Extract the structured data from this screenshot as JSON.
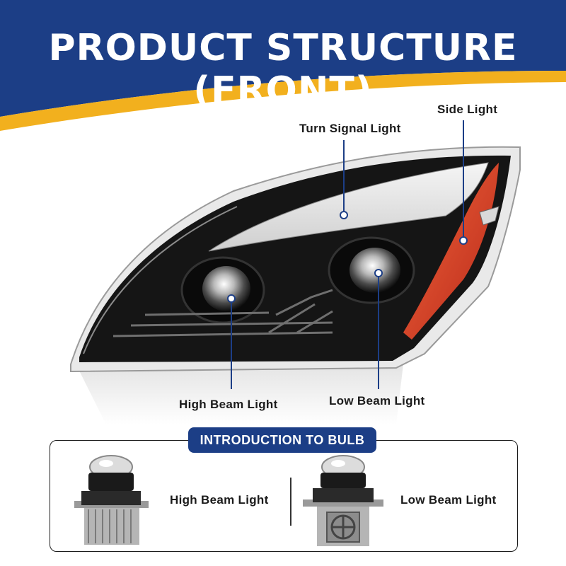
{
  "header": {
    "title": "PRODUCT STRUCTURE (FRONT)",
    "colors": {
      "navy": "#1c3e86",
      "gold": "#f2b01e"
    }
  },
  "callouts": {
    "turn_signal": "Turn Signal Light",
    "side_light": "Side Light",
    "high_beam": "High Beam Light",
    "low_beam": "Low Beam Light"
  },
  "bulb_section": {
    "title": "INTRODUCTION TO BULB",
    "high_beam_label": "High Beam Light",
    "low_beam_label": "Low Beam Light"
  },
  "colors": {
    "housing": "#151515",
    "amber_red": "#d63a1e",
    "pointer": "#1c3e86"
  }
}
